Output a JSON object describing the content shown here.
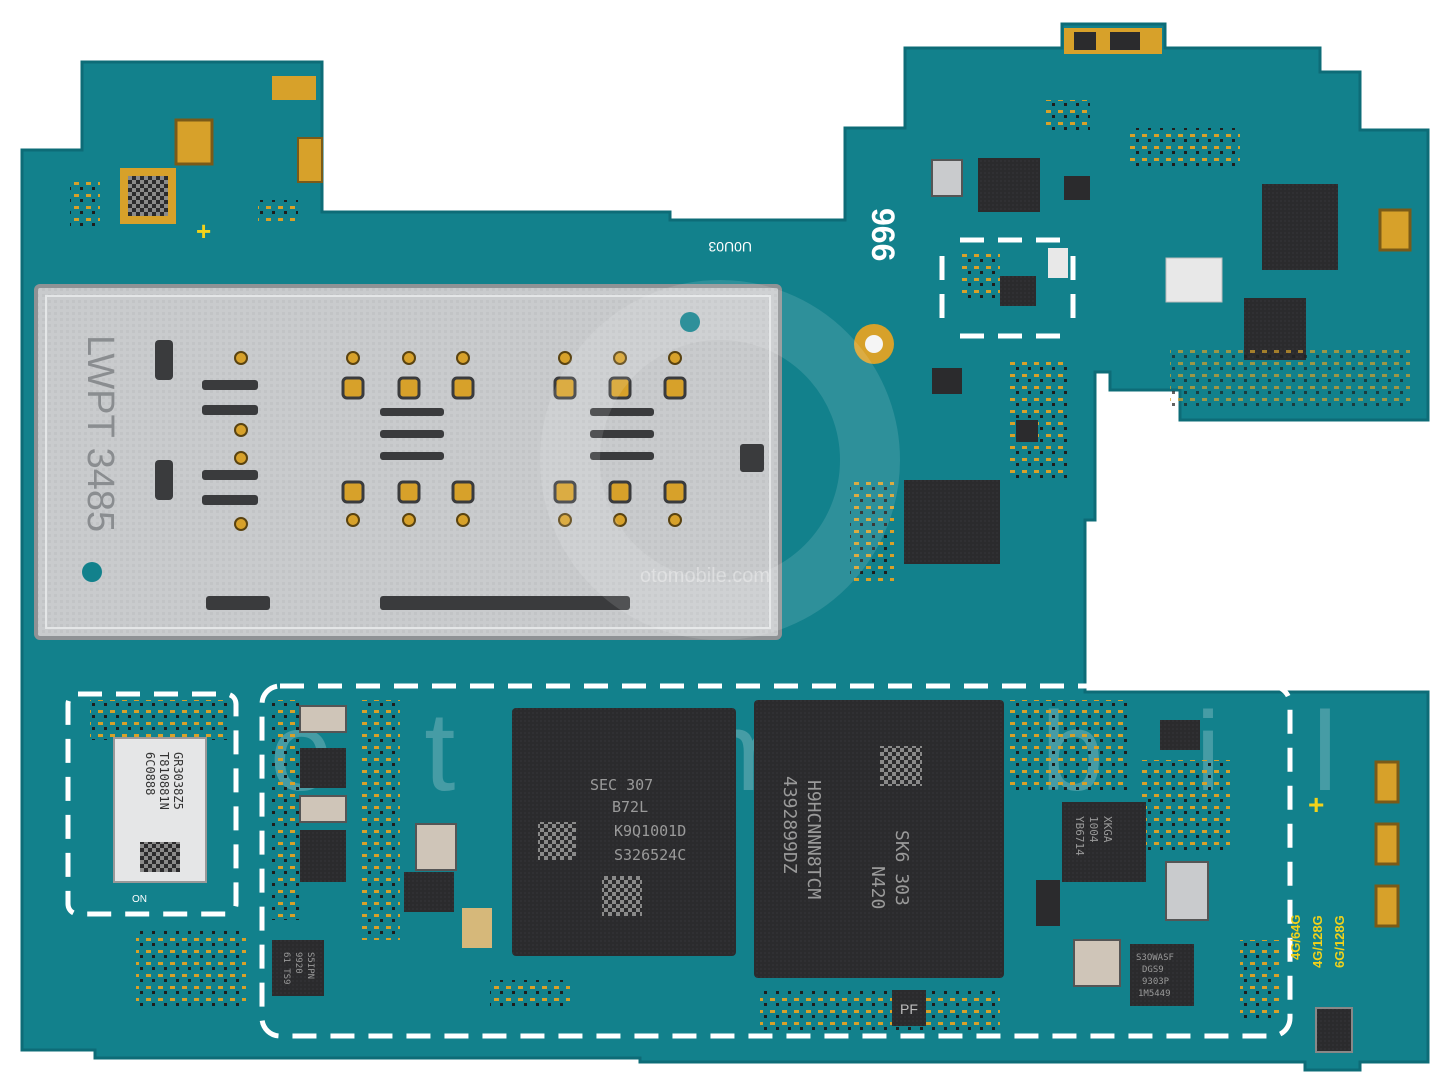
{
  "board": {
    "colors": {
      "pcb": "#12818c",
      "pcb_dark": "#0d6c77",
      "pcb_edge": "#0f7480",
      "gold": "#d7a12a",
      "silkscreen": "#ffffff",
      "yellow_silk": "#f2d21a",
      "chip": "#2b2b2d",
      "shield": "#c9cbcd",
      "shield_dark": "#a9acaf"
    },
    "labels": {
      "code_top": "966",
      "code_u": "U0U03",
      "sim_tray_mark": "LWPT 3485",
      "watermark_word": "otomobile",
      "watermark_small": "otomobile.com",
      "variant_1": "4G/64G",
      "variant_2": "4G/128G",
      "variant_3": "6G/128G",
      "soc_line_1": "SEC 307",
      "soc_line_2": "B72L",
      "soc_line_3": "K9Q1001D",
      "soc_line_4": "S326524C",
      "mem_line_1": "SK6 303",
      "mem_line_2": "N420",
      "mem_line_3": "H9HCNNN8TCM",
      "mem_line_4": "4392899DZ",
      "left_chip_1": "6C0888",
      "left_chip_2": "T810881N",
      "left_chip_3": "GR3038Z5",
      "pmic_1": "YB6714",
      "pmic_2": "1004",
      "pmic_3": "XKGA",
      "lower_chip_1": "S3OWASF",
      "lower_chip_2": "DGS9",
      "lower_chip_3": "9303P",
      "lower_chip_4": "1M5449",
      "audio_chip_1": "61 TS9",
      "audio_chip_2": "9920",
      "audio_chip_3": "S5IPN",
      "on_label": "ON",
      "pf_label": "PF"
    }
  }
}
